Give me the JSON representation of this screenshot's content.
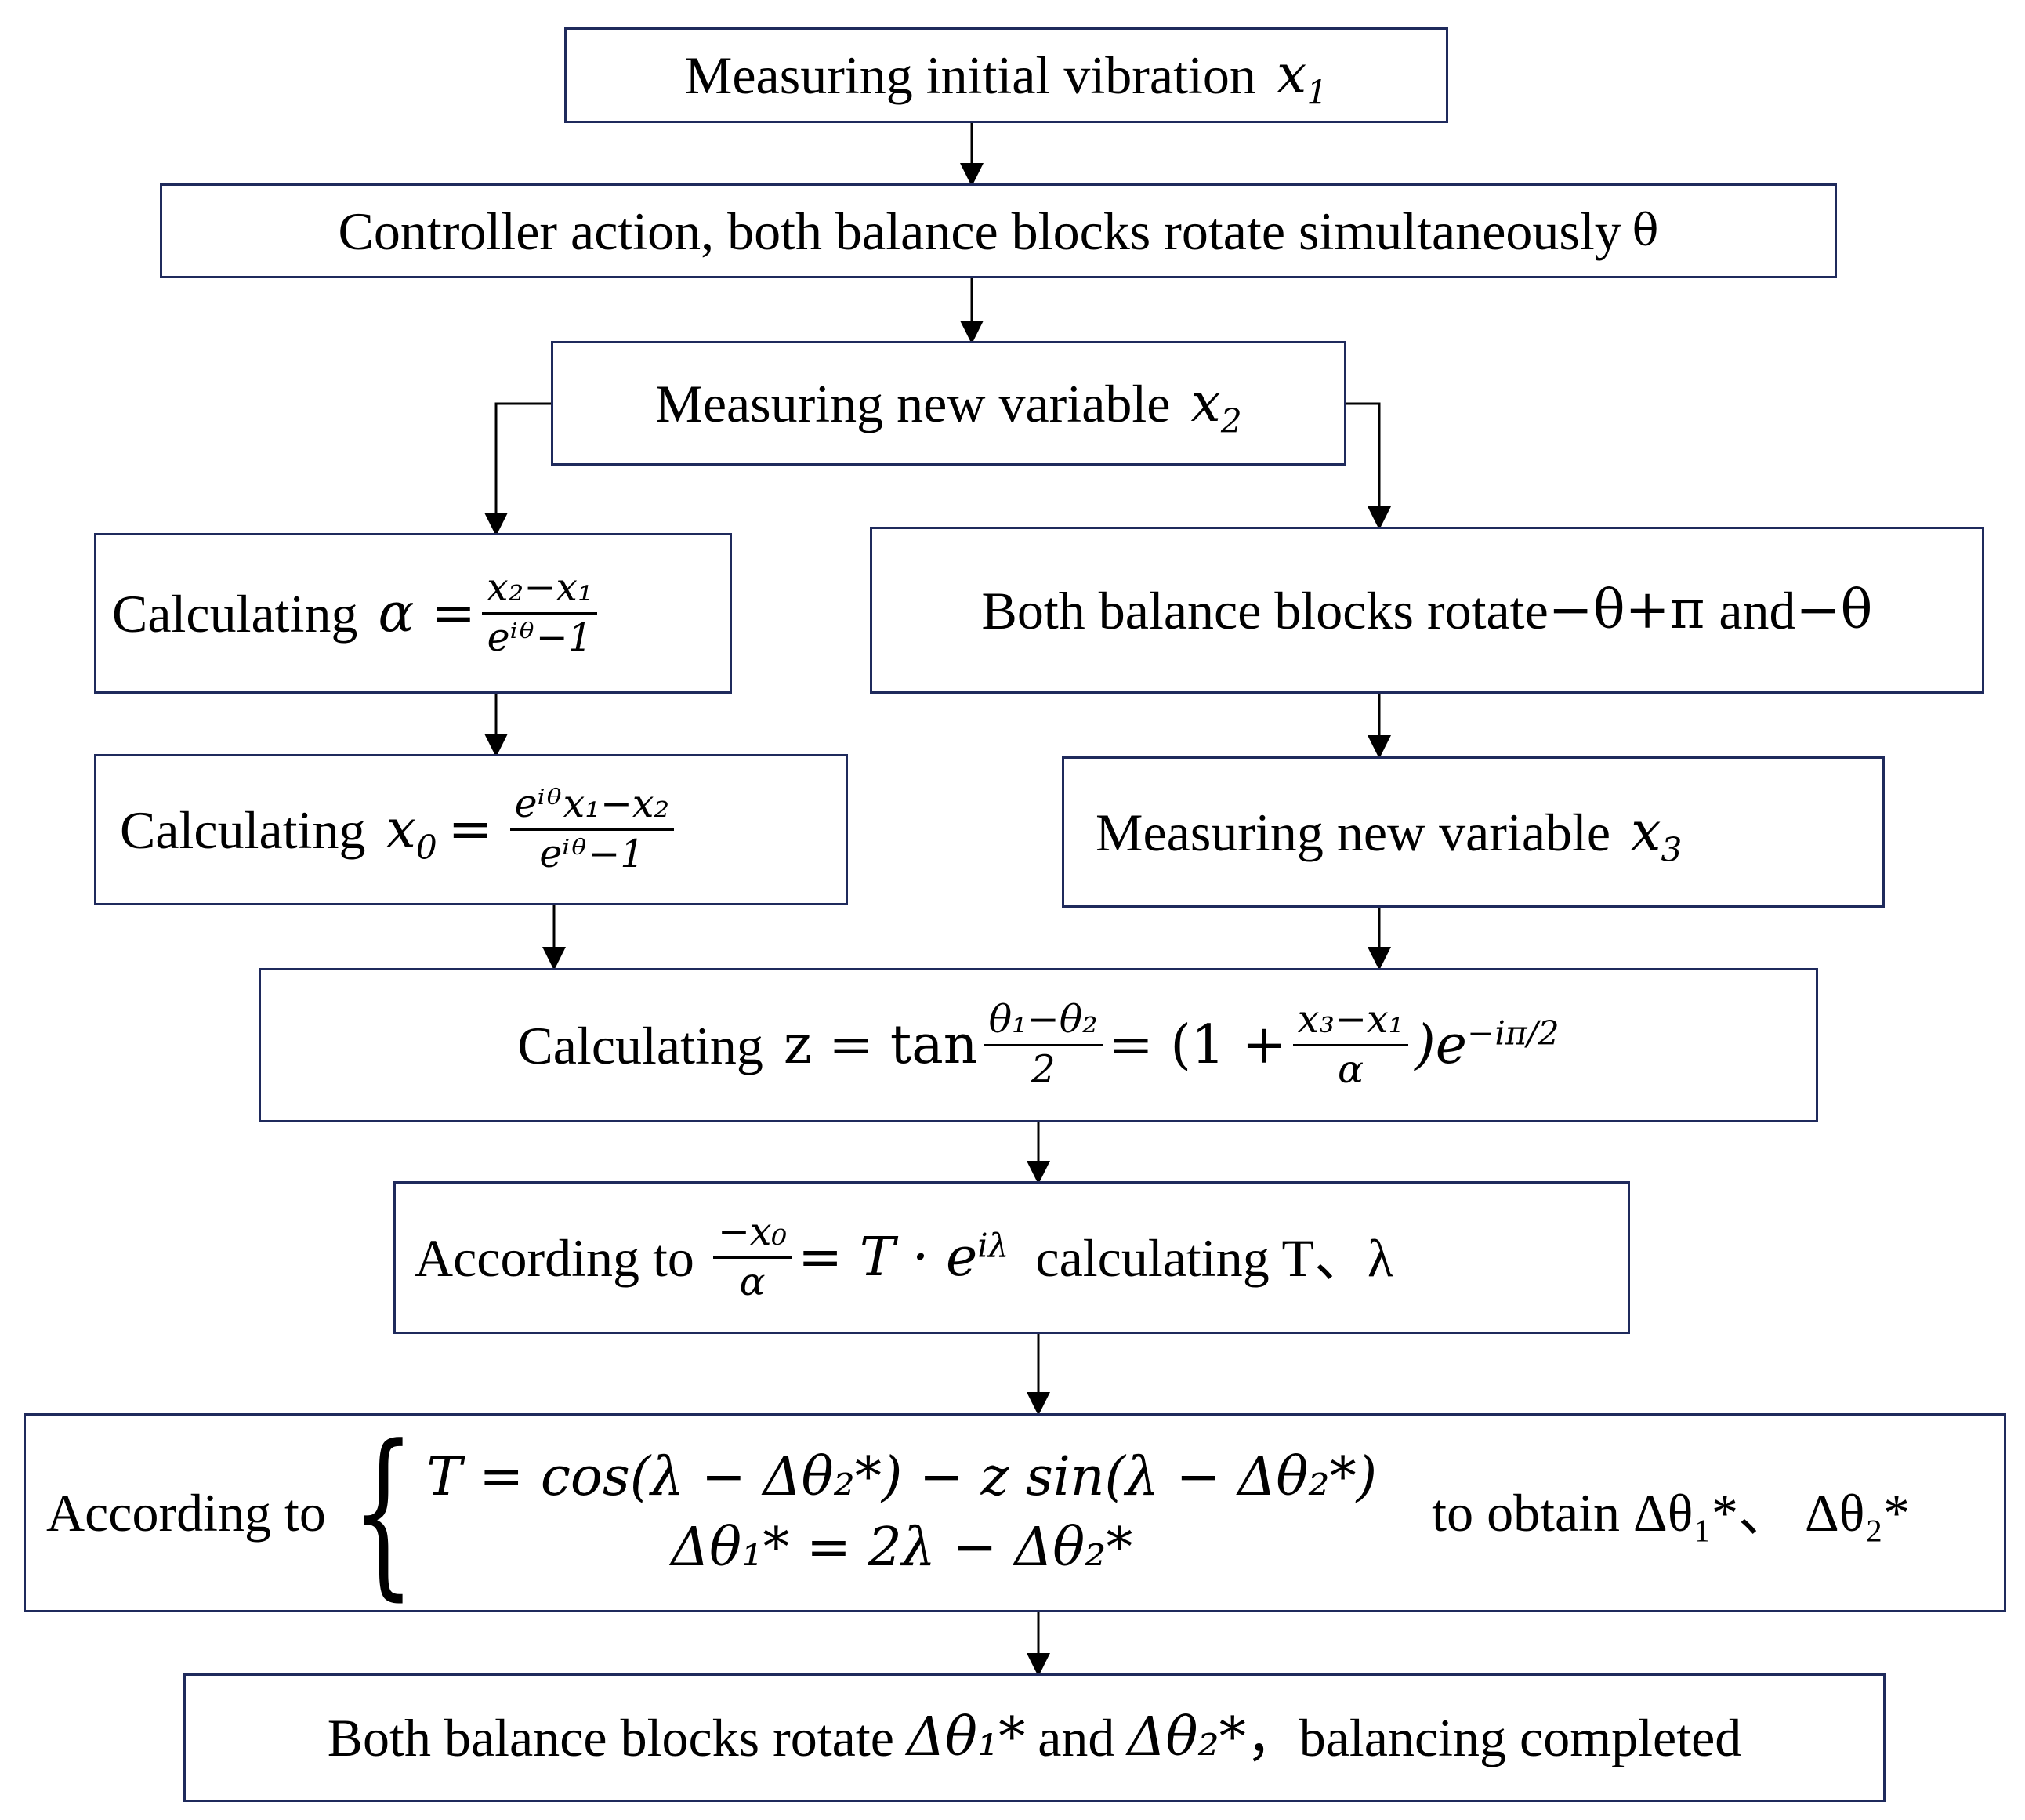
{
  "box_stroke_color": "#1f2a5c",
  "boxes": {
    "measure_x1": {
      "text": "Measuring initial vibration",
      "var": "x",
      "sub": "1"
    },
    "controller": {
      "text": "Controller action, both balance blocks rotate simultaneously",
      "tail": "θ"
    },
    "measure_x2": {
      "text": "Measuring new variable",
      "var": "x",
      "sub": "2"
    },
    "calc_alpha": {
      "text": "Calculating",
      "lhs": "α =",
      "num": "x₂−x₁",
      "den": "eⁱᶿ−1"
    },
    "rotate_theta": {
      "text": "Both balance blocks rotate",
      "angle1": "−θ+π",
      "and": "and",
      "angle2": "−θ"
    },
    "calc_x0": {
      "text": "Calculating",
      "lhs_var": "x",
      "lhs_sub": "0",
      "eq": "=",
      "num": "eⁱᶿx₁−x₂",
      "den": "eⁱᶿ−1"
    },
    "measure_x3": {
      "text": "Measuring new variable",
      "var": "x",
      "sub": "3"
    },
    "calc_z": {
      "text": "Calculating",
      "lhs": "z = tan",
      "num1": "θ₁−θ₂",
      "den1": "2",
      "mid": "= (1 +",
      "num2": "x₃−x₁",
      "den2": "α",
      "tail": ")e",
      "exp": "−iπ/2"
    },
    "calc_T": {
      "text": "According to",
      "num": "−x₀",
      "den": "α",
      "rhs": "= T · e",
      "exp": "iλ",
      "tail": "calculating T、λ"
    },
    "system": {
      "text": "According to",
      "eq1": "T = cos(λ − Δθ₂*) − z sin(λ − Δθ₂*)",
      "eq2": "Δθ₁* = 2λ − Δθ₂*",
      "tail": "to obtain Δθ₁*、 Δθ₂*"
    },
    "final": {
      "text1": "Both balance blocks rotate",
      "angle1": "Δθ₁*",
      "and": "and",
      "angle2": "Δθ₂*",
      "tail": "，balancing completed"
    }
  }
}
